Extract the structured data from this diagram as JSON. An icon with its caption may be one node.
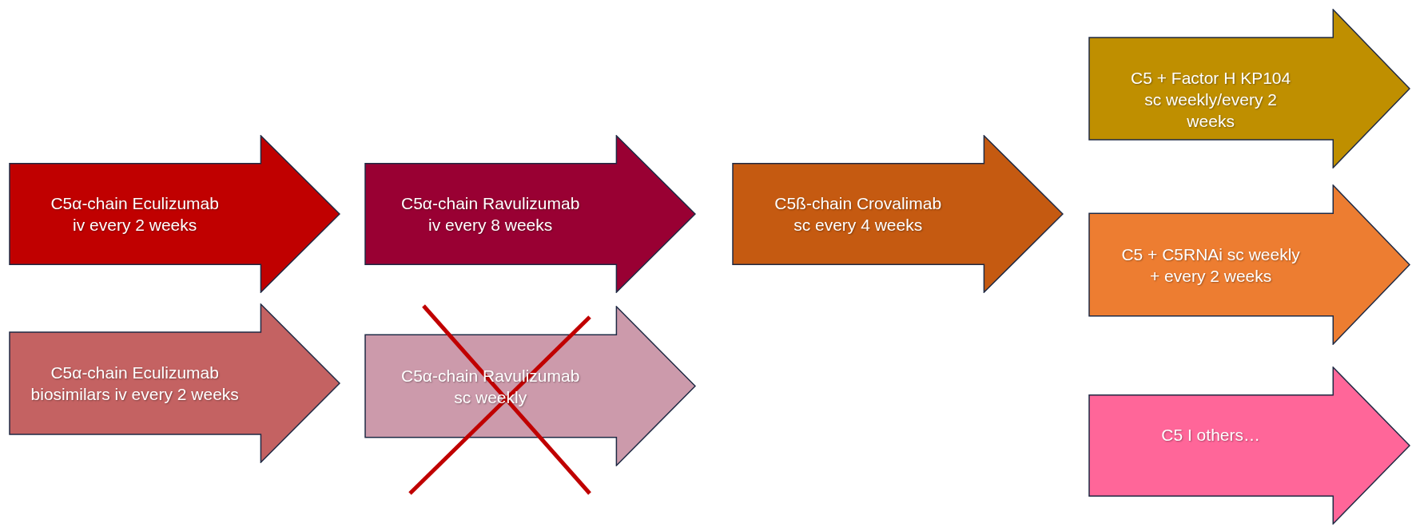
{
  "diagram": {
    "nodes": [
      {
        "text": [
          "C5α-chain Eculizumab iv every 2 weeks"
        ]
      },
      {
        "text": [
          "C5α-chain Eculizumab biosimilars iv every 2 weeks"
        ]
      },
      {
        "text": [
          "C5α-chain Ravulizumab iv every 8 weeks"
        ]
      },
      {
        "text": [
          "C5α-chain Ravulizumab sc weekly"
        ]
      },
      {
        "text": [
          "C5ß-chain Crovalimab sc every 4 weeks"
        ]
      },
      {
        "text": [
          "C5 + Factor H KP104 sc weekly/every 2 weeks"
        ]
      },
      {
        "text": [
          "C5 + C5RNAi sc weekly + every 2 weeks"
        ]
      },
      {
        "text": [
          "C5 I others…"
        ]
      }
    ]
  }
}
